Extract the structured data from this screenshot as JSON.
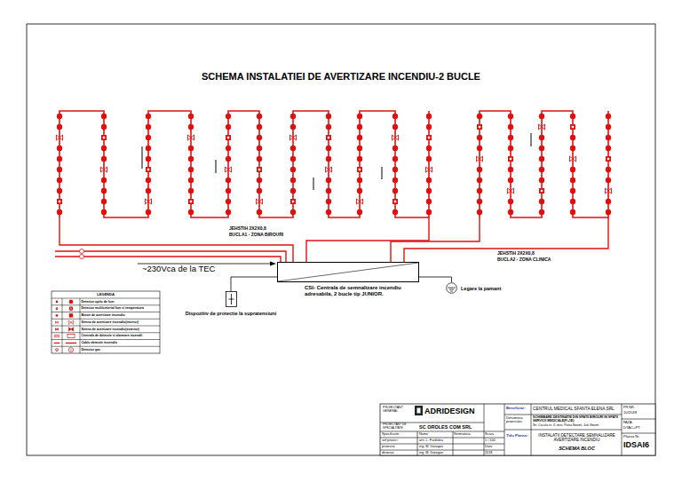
{
  "diagram": {
    "title": "SCHEMA INSTALATIEI DE AVERTIZARE INCENDIU-2 BUCLE",
    "nodes": [
      {
        "text": [
          "CSI- Centrala de semnalizare incendiu adresabila, 2 bucle tip JUNIOR."
        ]
      },
      {
        "text": [
          "Dispozitiv de protectie la supratensiuni"
        ]
      },
      {
        "text": [
          "Legare la pamant"
        ]
      }
    ],
    "edges": [
      {
        "from": 0,
        "to": 1,
        "arrow": "none"
      },
      {
        "from": 0,
        "to": 2,
        "arrow": "none"
      }
    ],
    "labels": [
      "JEHSTIH 2X2X0,8",
      "BUCLA1 - ZONA BIROURI",
      "JEHSTIH 2X2X0,8",
      "BUCLA2 - ZONA CLINICA",
      "~230Vca de la TEC",
      "LEGENDA",
      "PROIECTANT GENERAL",
      "ADRIDESIGN",
      "PROIECTANT DE SPECIALITATE",
      "SC OROLES COM SRL",
      "Specificatie",
      "Nume",
      "Semnatura",
      "sef proiect",
      "arh. L. Furdulea",
      "proiectat",
      "ing. M. Dorogan",
      "desenat",
      "ing. M. Dorogan",
      "Scara",
      "1 / 100",
      "Data",
      "2018",
      "Beneficiar:",
      "CENTRUL MEDICAL SFANTA ELENA SRL",
      "Denumirea proiectului:",
      "SCHIMBARE DESTINATIE DIN SPATII BIROURI IN SPATII SERVICII MEDICALE(P+1E)",
      "Str. Cucului nr. 4, mun. Piatra Neamt, Jud. Neamt",
      "Titlu Planse:",
      "INSTALATII DETECTARE SEMNALIZARE AVERTIZARE INCENDIU",
      "SCHEMA BLOC",
      "PR.NR.",
      "10/2018",
      "FAZA:",
      "DTAC+PT",
      "Plansa Nr.",
      "IDSAI6"
    ],
    "legend": [
      {
        "text": "Detector optic de fum"
      },
      {
        "text": "Detector multicriterial fum si temperatura"
      },
      {
        "text": "Buton de avertizare incendiu"
      },
      {
        "text": "Sirena de avertizare incendiu(interior)"
      },
      {
        "text": "Sirena de avertizare incendiu(exterior)"
      },
      {
        "text": "Centrala de detectie si alarmare incendii"
      },
      {
        "text": "Cablu detectie incendiu"
      },
      {
        "text": "Detector gaz"
      }
    ]
  }
}
